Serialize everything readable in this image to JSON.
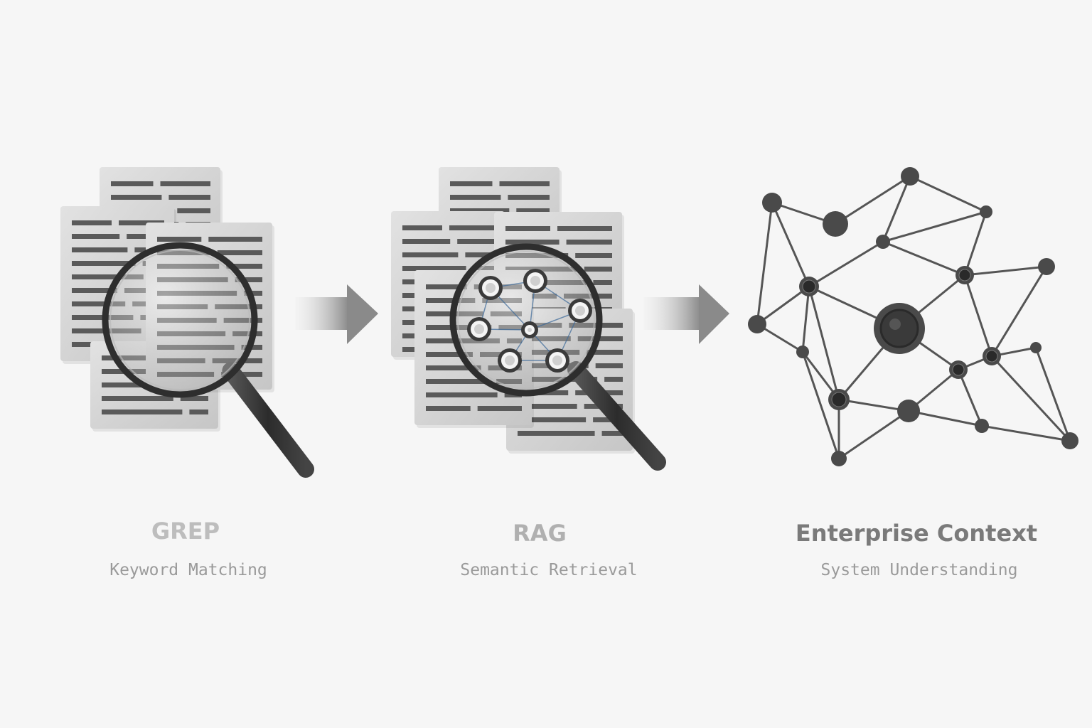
{
  "stages": [
    {
      "title": "GREP",
      "subtitle": "Keyword Matching",
      "icon": "documents-magnifier-icon",
      "title_color": "#bdbdbd"
    },
    {
      "title": "RAG",
      "subtitle": "Semantic Retrieval",
      "icon": "documents-semantic-magnifier-icon",
      "title_color": "#b0b0b0"
    },
    {
      "title": "Enterprise Context",
      "subtitle": "System Understanding",
      "icon": "knowledge-graph-icon",
      "title_color": "#7a7a7a"
    }
  ],
  "arrows": [
    "arrow-right-icon",
    "arrow-right-icon"
  ],
  "colors": {
    "background": "#f6f6f6",
    "node": "#4a4a4a",
    "edge": "#555555",
    "semantic_link": "#3d6a9a"
  }
}
